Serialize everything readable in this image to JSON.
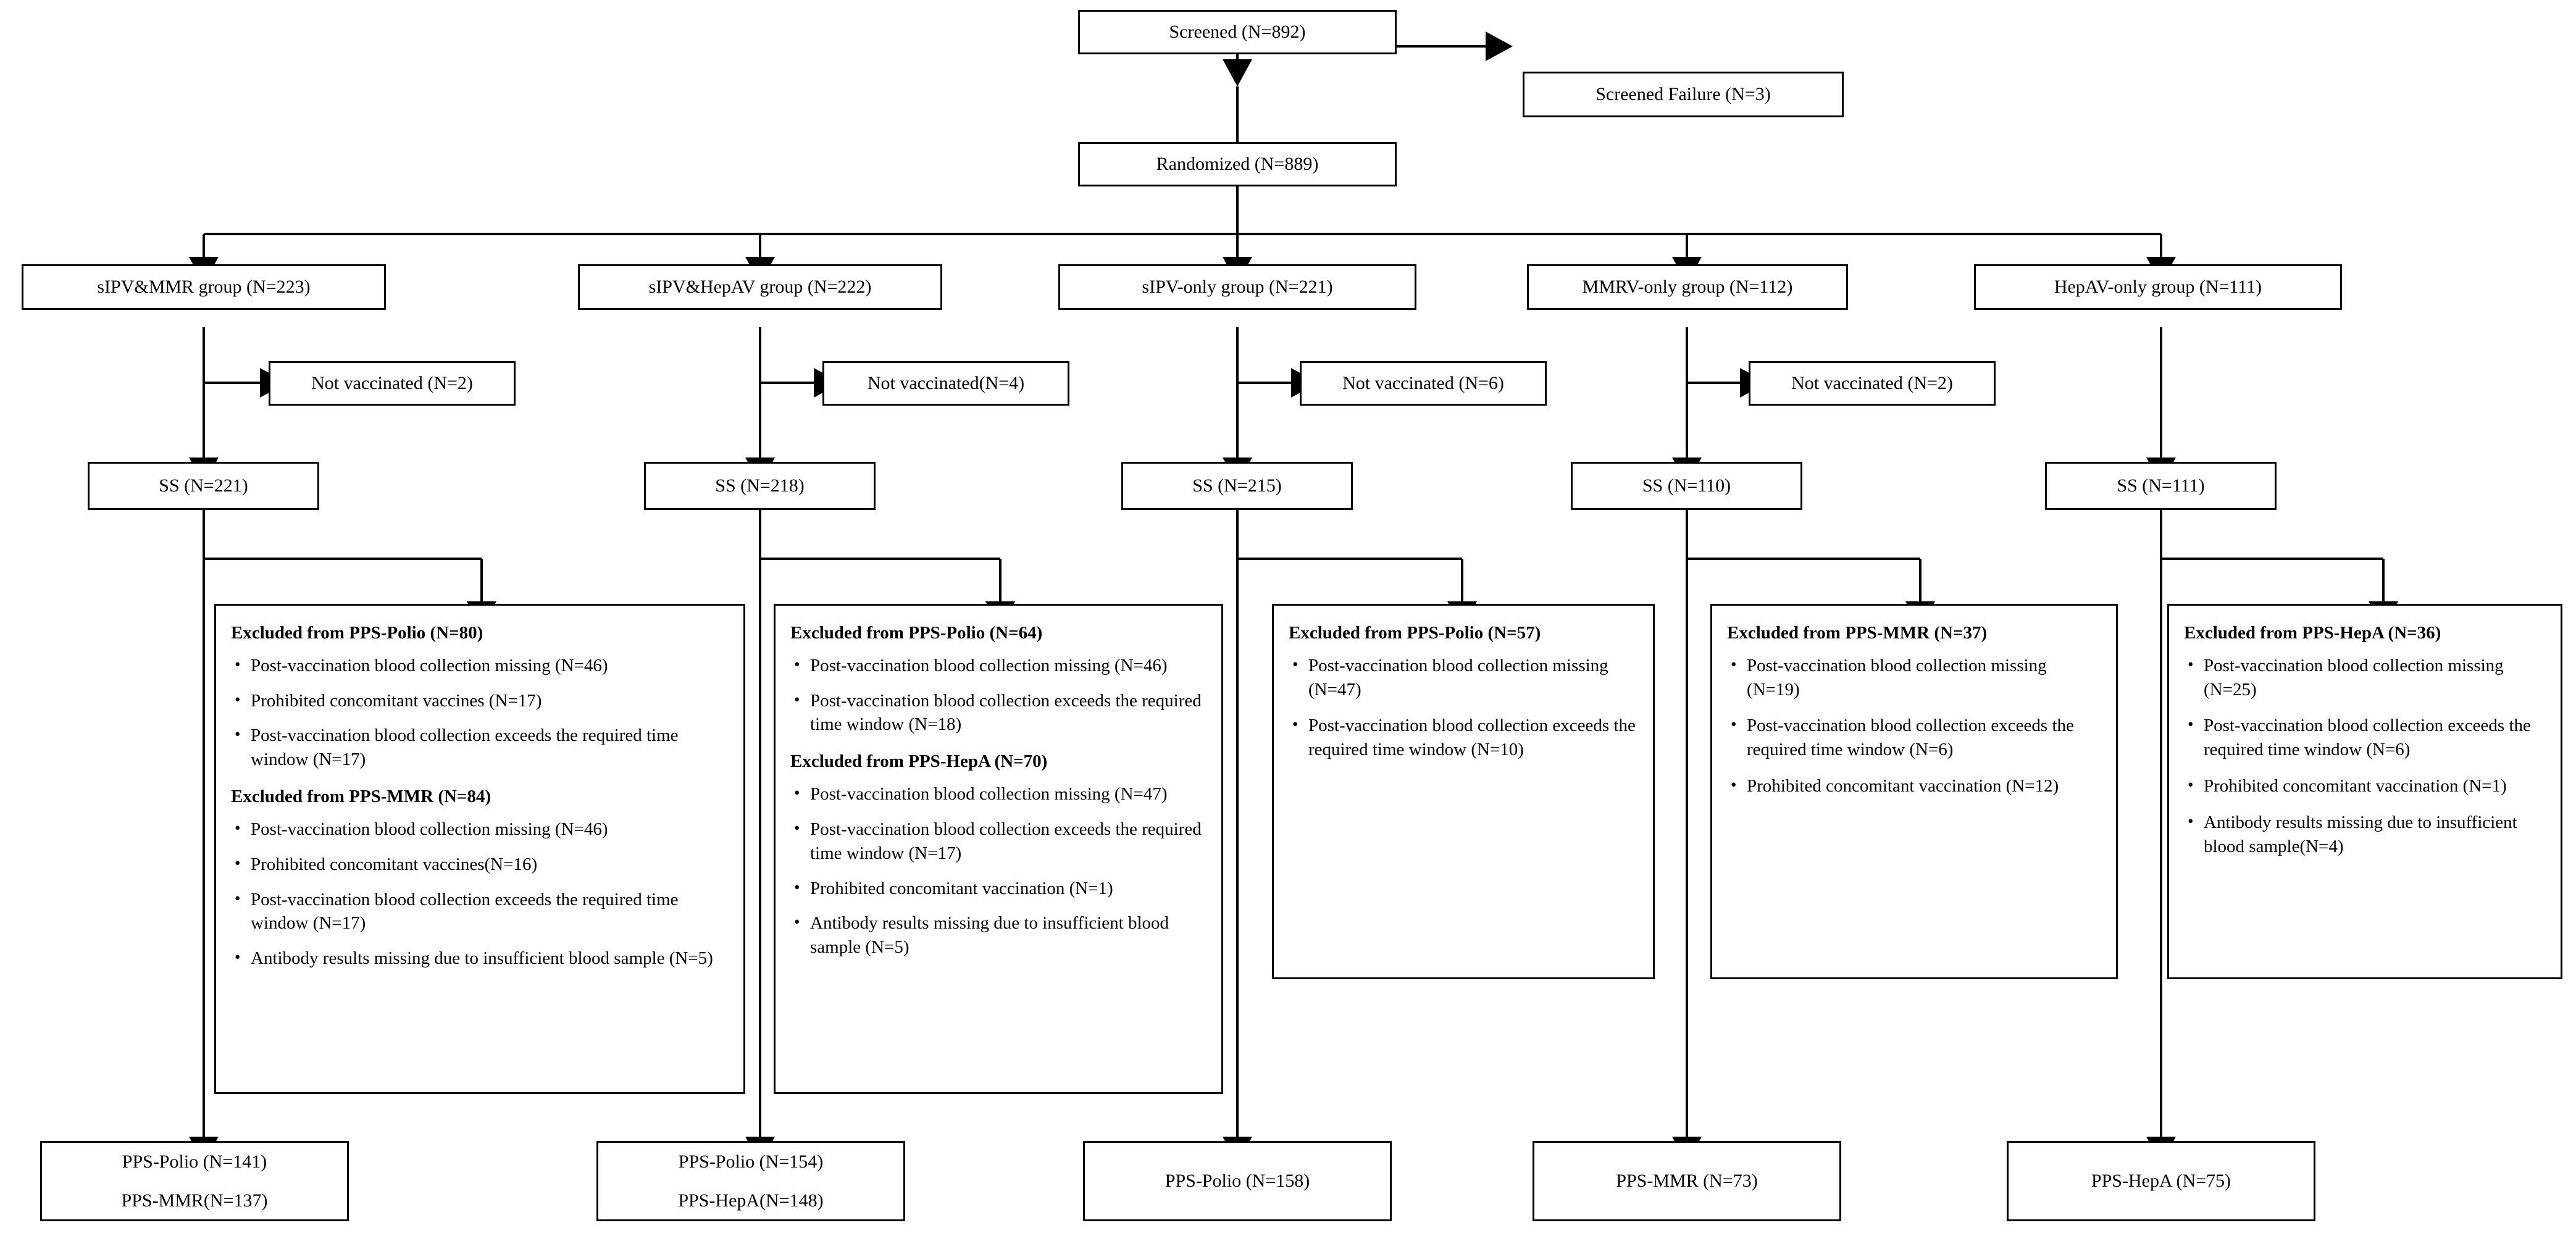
{
  "diagram": {
    "title": "CONSORT participant flow diagram",
    "type": "flowchart",
    "line_color": "#000000",
    "box_fill": "#ffffff"
  },
  "top": {
    "screened": "Screened (N=892)",
    "screened_failure": "Screened Failure (N=3)",
    "randomized": "Randomized (N=889)"
  },
  "arms": [
    {
      "group": "sIPV&MMR group (N=223)",
      "not_vaccinated": "Not vaccinated (N=2)",
      "ss": "SS (N=221)",
      "pps_line1": "PPS-Polio (N=141)",
      "pps_line2": "PPS-MMR(N=137)"
    },
    {
      "group": "sIPV&HepAV group (N=222)",
      "not_vaccinated": "Not vaccinated(N=4)",
      "ss": "SS (N=218)",
      "pps_line1": "PPS-Polio (N=154)",
      "pps_line2": "PPS-HepA(N=148)"
    },
    {
      "group": "sIPV-only group (N=221)",
      "not_vaccinated": "Not vaccinated (N=6)",
      "ss": "SS (N=215)",
      "pps_line1": "PPS-Polio (N=158)",
      "pps_line2": ""
    },
    {
      "group": "MMRV-only group (N=112)",
      "not_vaccinated": "Not vaccinated (N=2)",
      "ss": "SS (N=110)",
      "pps_line1": "PPS-MMR (N=73)",
      "pps_line2": ""
    },
    {
      "group": "HepAV-only group (N=111)",
      "not_vaccinated": "",
      "ss": "SS (N=111)",
      "pps_line1": "PPS-HepA (N=75)",
      "pps_line2": ""
    }
  ],
  "exclusions": [
    {
      "sections": [
        {
          "heading": "Excluded from PPS-Polio (N=80)",
          "items": [
            "Post-vaccination blood collection missing (N=46)",
            "Prohibited concomitant vaccines (N=17)",
            "Post-vaccination blood collection exceeds the required time window (N=17)"
          ]
        },
        {
          "heading": "Excluded from PPS-MMR (N=84)",
          "items": [
            "Post-vaccination blood collection missing (N=46)",
            "Prohibited concomitant vaccines(N=16)",
            "Post-vaccination blood collection exceeds the required time window (N=17)",
            "Antibody results missing due to insufficient blood sample (N=5)"
          ]
        }
      ]
    },
    {
      "sections": [
        {
          "heading": "Excluded from PPS-Polio (N=64)",
          "items": [
            "Post-vaccination blood collection missing (N=46)",
            "Post-vaccination blood collection exceeds the required time window (N=18)"
          ]
        },
        {
          "heading": "Excluded from PPS-HepA (N=70)",
          "items": [
            "Post-vaccination blood collection missing (N=47)",
            "Post-vaccination blood collection exceeds the required time window (N=17)",
            "Prohibited concomitant vaccination (N=1)",
            "Antibody results missing due to insufficient blood sample (N=5)"
          ]
        }
      ]
    },
    {
      "sections": [
        {
          "heading": "Excluded from PPS-Polio (N=57)",
          "items": [
            "Post-vaccination blood collection missing (N=47)",
            "Post-vaccination blood collection exceeds the required time window (N=10)"
          ]
        }
      ]
    },
    {
      "sections": [
        {
          "heading": "Excluded from PPS-MMR (N=37)",
          "items": [
            "Post-vaccination blood collection missing (N=19)",
            "Post-vaccination blood collection exceeds the required time window (N=6)",
            "Prohibited concomitant vaccination (N=12)"
          ]
        }
      ]
    },
    {
      "sections": [
        {
          "heading": "Excluded from PPS-HepA (N=36)",
          "items": [
            "Post-vaccination blood collection missing (N=25)",
            "Post-vaccination blood collection exceeds the required time window (N=6)",
            "Prohibited concomitant vaccination (N=1)",
            "Antibody results missing due to insufficient blood sample(N=4)"
          ]
        }
      ]
    }
  ]
}
